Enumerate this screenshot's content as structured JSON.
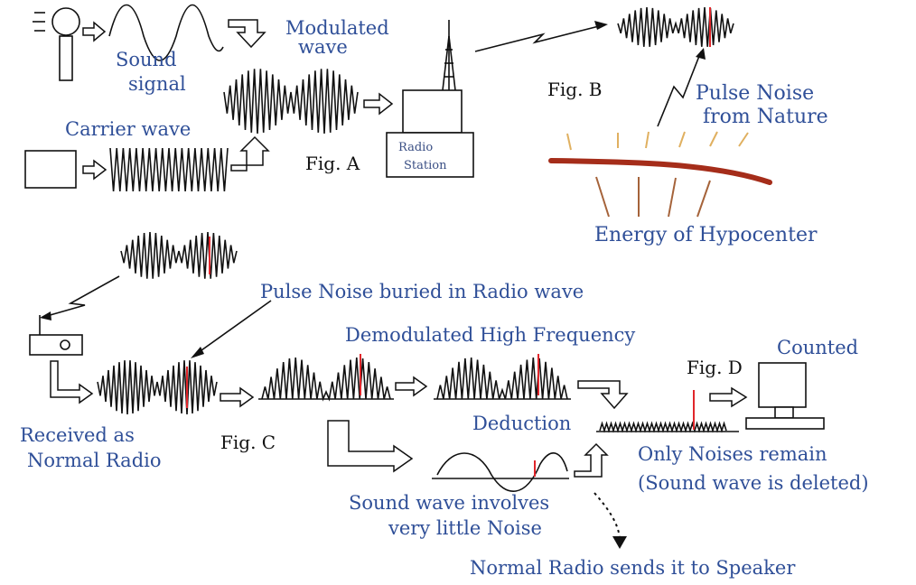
{
  "fig_a": {
    "sound_signal": [
      "Sound",
      "signal"
    ],
    "modulated_wave": [
      "Modulated",
      "wave"
    ],
    "carrier_wave": "Carrier wave",
    "radio_station": [
      "Radio",
      "Station"
    ],
    "caption": "Fig. A"
  },
  "fig_b": {
    "caption": "Fig. B",
    "pulse_noise": [
      "Pulse Noise",
      "from Nature"
    ],
    "energy": "Energy of Hypocenter"
  },
  "fig_c": {
    "pulse_buried": "Pulse Noise buried in Radio wave",
    "demodulated": "Demodulated High Frequency",
    "received": [
      "Received as",
      "Normal Radio"
    ],
    "caption": "Fig. C",
    "deduction": "Deduction",
    "sound_wave": [
      "Sound wave involves",
      "very little Noise"
    ]
  },
  "fig_d": {
    "caption": "Fig. D",
    "counted": "Counted",
    "only_noises": "Only Noises remain",
    "sound_deleted": "(Sound wave is deleted)",
    "speaker": "Normal Radio sends it to Speaker"
  },
  "colors": {
    "label": "#2f4f98",
    "pulse": "#e0262b",
    "crust": "#a52d1a",
    "energy_ray": "#e0b060",
    "line": "#111111"
  }
}
